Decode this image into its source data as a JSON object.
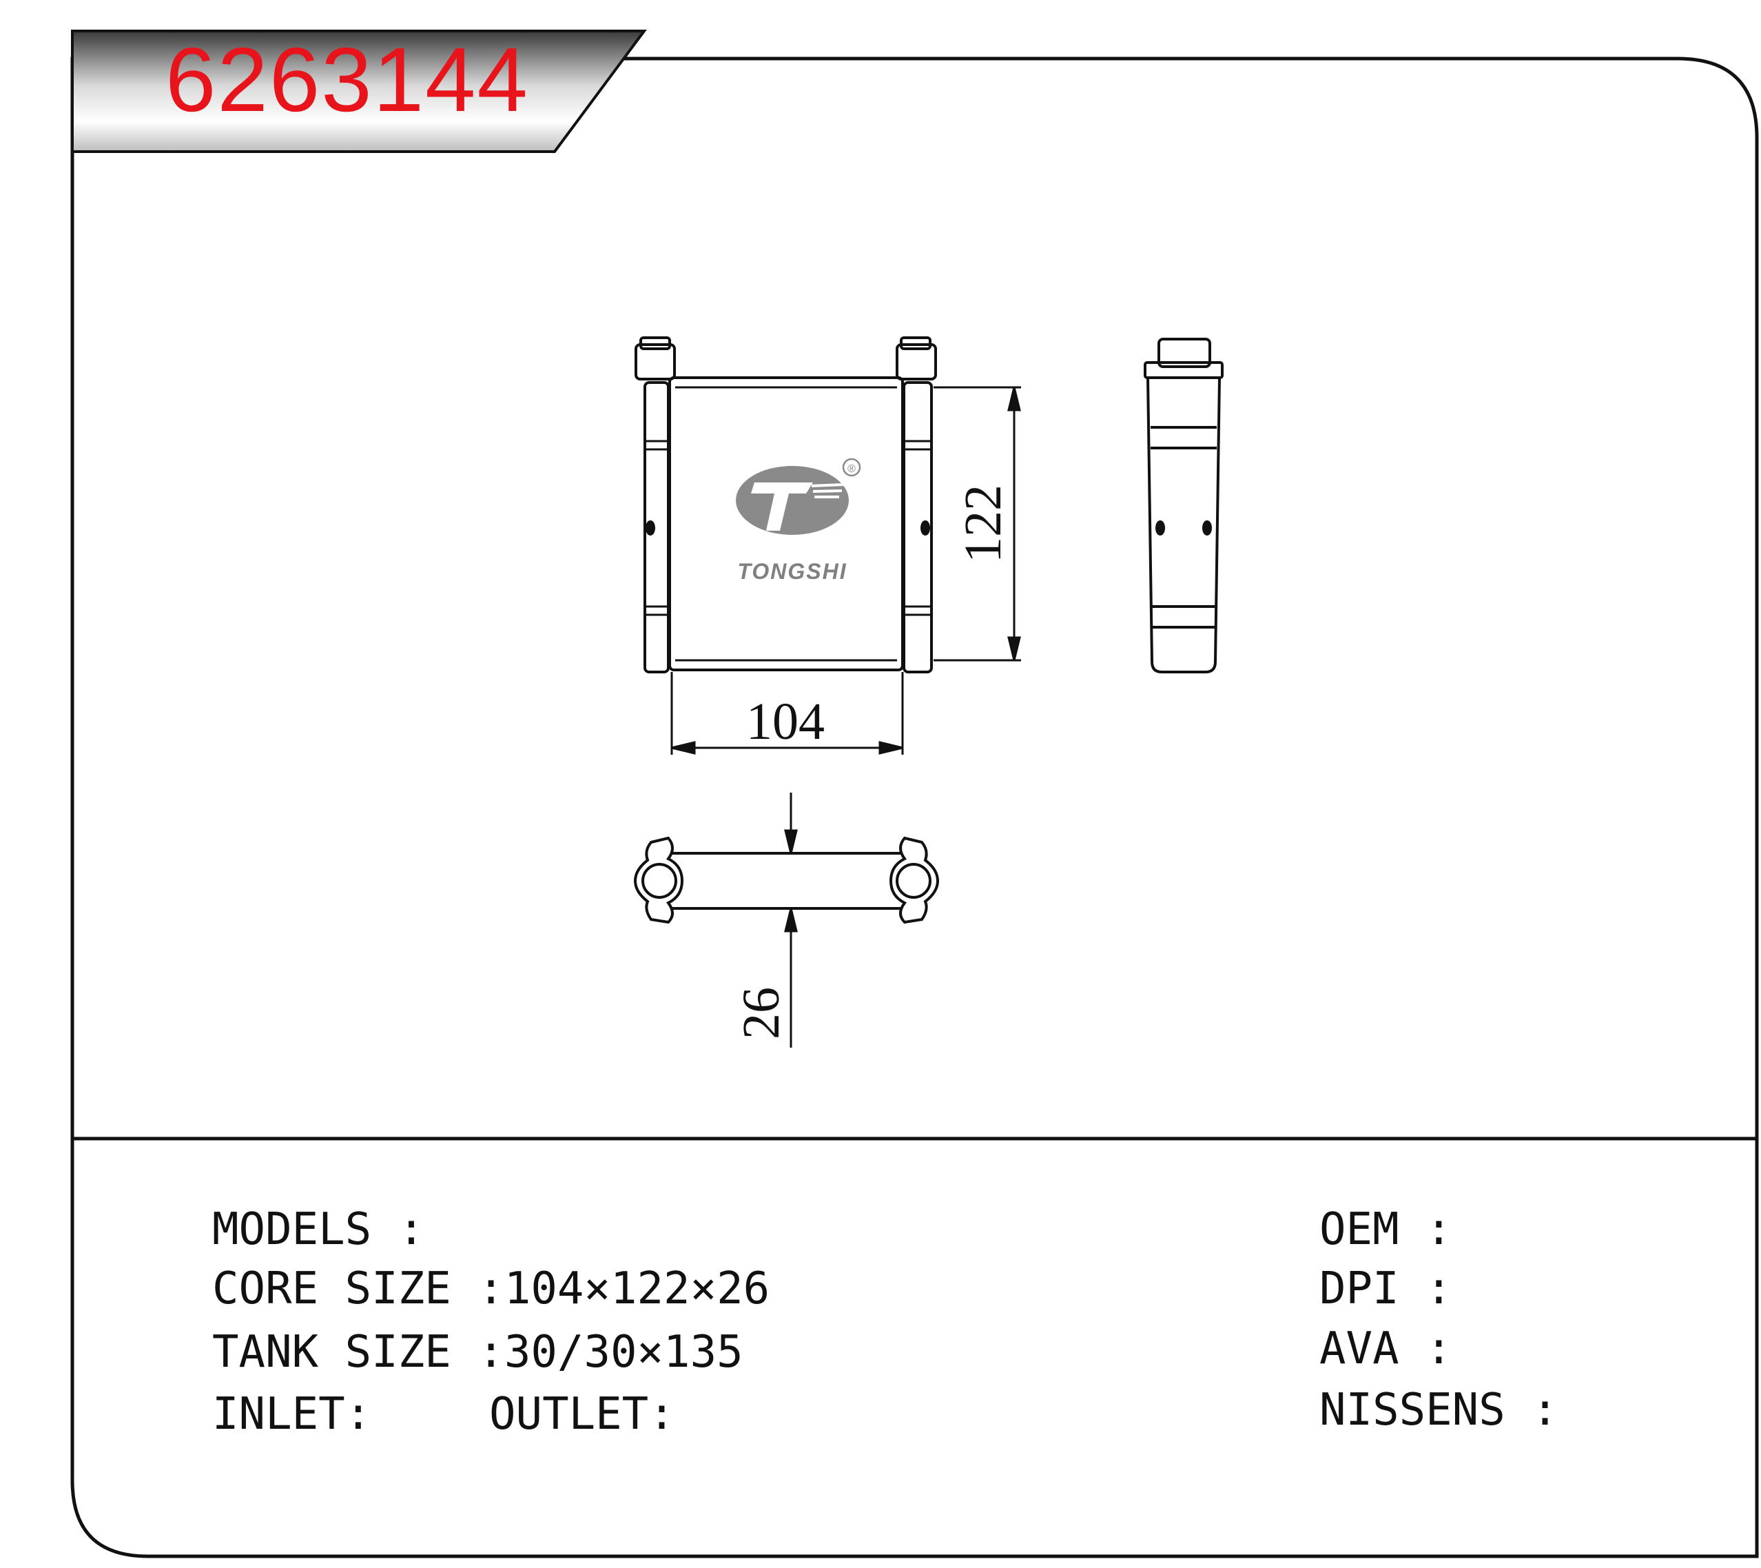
{
  "header": {
    "part_number": "6263144"
  },
  "logo": {
    "brand": "TONGSHI",
    "registered_mark": "®"
  },
  "dimensions": {
    "width": "104",
    "height": "122",
    "depth": "26"
  },
  "specs_left": [
    {
      "label": "MODELS :",
      "value": ""
    },
    {
      "label": "CORE SIZE :",
      "value": "104×122×26"
    },
    {
      "label": "TANK SIZE :",
      "value": "30/30×135"
    }
  ],
  "inlet_label": "INLET:",
  "outlet_label": "OUTLET:",
  "specs_right": [
    {
      "label": "OEM :"
    },
    {
      "label": "DPI :"
    },
    {
      "label": "AVA :"
    },
    {
      "label": "NISSENS :"
    }
  ],
  "colors": {
    "accent": "#e8141c",
    "line": "#111111",
    "logo_gray": "#8a8a8a"
  }
}
